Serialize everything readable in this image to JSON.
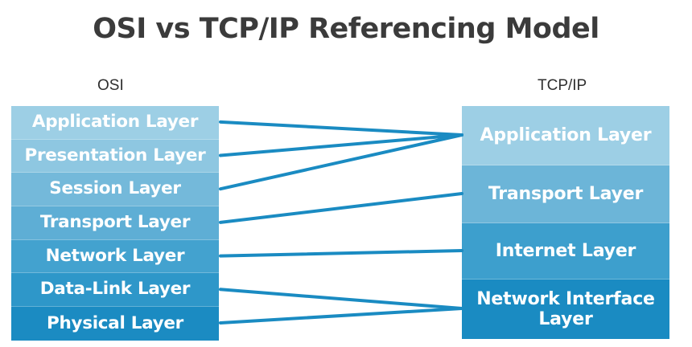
{
  "title": "OSI vs TCP/IP Referencing Model",
  "osi": {
    "label": "OSI",
    "layers": [
      {
        "name": "Application Layer",
        "color": "#9dcfe5"
      },
      {
        "name": "Presentation Layer",
        "color": "#8ec7e1"
      },
      {
        "name": "Session Layer",
        "color": "#74b9da"
      },
      {
        "name": "Transport Layer",
        "color": "#5eaed5"
      },
      {
        "name": "Network Layer",
        "color": "#43a2cf"
      },
      {
        "name": "Data-Link Layer",
        "color": "#2e97c9"
      },
      {
        "name": "Physical Layer",
        "color": "#1b8bc2"
      }
    ]
  },
  "tcpip": {
    "label": "TCP/IP",
    "layers": [
      {
        "name": "Application Layer",
        "color": "#9dcfe5"
      },
      {
        "name": "Transport Layer",
        "color": "#6cb5d8"
      },
      {
        "name": "Internet Layer",
        "color": "#3d9fcd"
      },
      {
        "name": "Network Interface Layer",
        "color": "#1a8bc2"
      }
    ]
  },
  "mappings": [
    {
      "osi": "Application Layer",
      "tcpip": "Application Layer"
    },
    {
      "osi": "Presentation Layer",
      "tcpip": "Application Layer"
    },
    {
      "osi": "Session Layer",
      "tcpip": "Application Layer"
    },
    {
      "osi": "Transport Layer",
      "tcpip": "Transport Layer"
    },
    {
      "osi": "Network Layer",
      "tcpip": "Internet Layer"
    },
    {
      "osi": "Data-Link Layer",
      "tcpip": "Network Interface Layer"
    },
    {
      "osi": "Physical Layer",
      "tcpip": "Network Interface Layer"
    }
  ],
  "link_color": "#1a8bc2"
}
